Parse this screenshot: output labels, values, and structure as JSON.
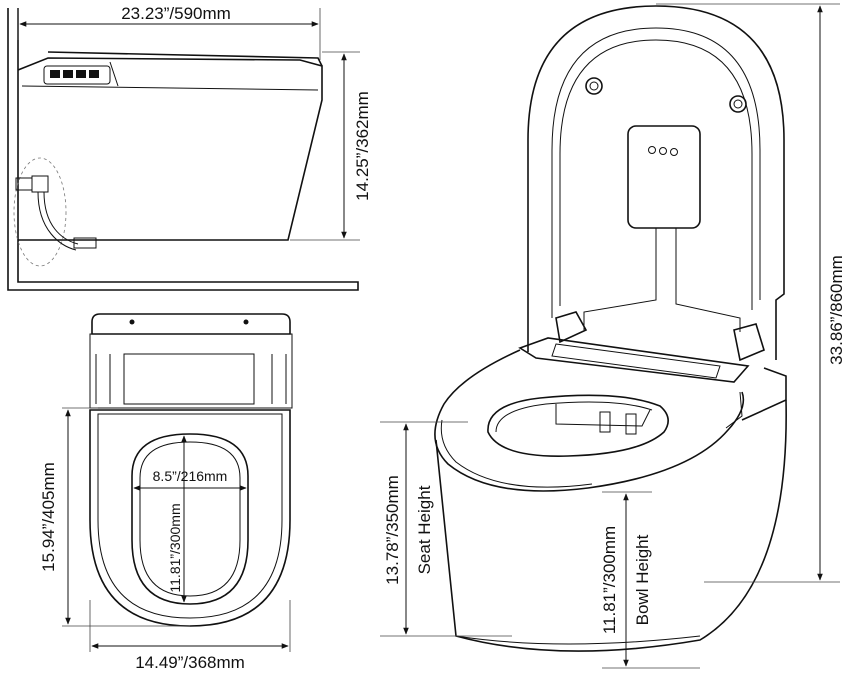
{
  "dimensions": {
    "top_width": "23.23”/590mm",
    "side_height": "14.25”/362mm",
    "seat_width": "8.5”/216mm",
    "seat_length": "11.81”/300mm",
    "plan_depth": "15.94”/405mm",
    "plan_width": "14.49”/368mm",
    "seat_height_value": "13.78”/350mm",
    "seat_height_label": "Seat Height",
    "bowl_height_value": "11.81”/300mm",
    "bowl_height_label": "Bowl Height",
    "overall_height": "33.86”/860mm"
  }
}
